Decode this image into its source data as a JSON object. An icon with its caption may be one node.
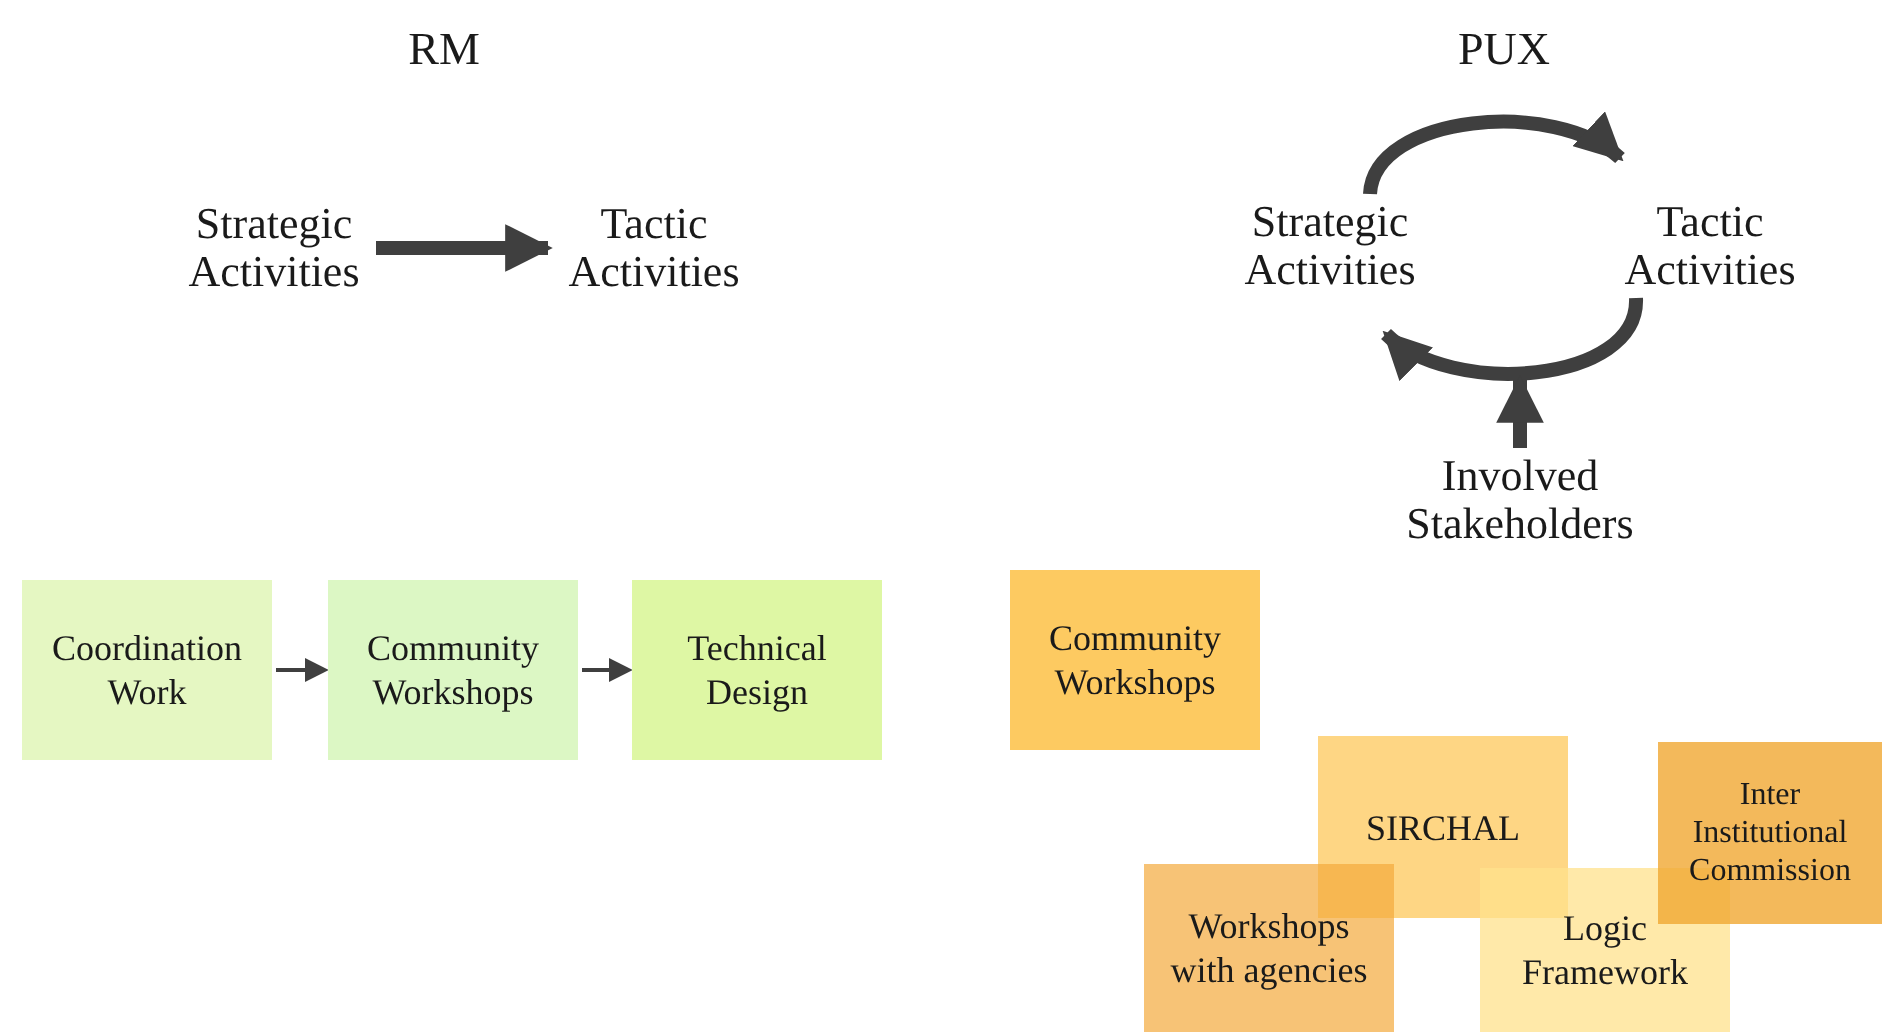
{
  "diagram": {
    "nodes": [
      {
        "text": [
          "Strategic Activities"
        ]
      },
      {
        "text": [
          "Tactic Activities"
        ]
      },
      {
        "text": [
          "Strategic Activities"
        ]
      },
      {
        "text": [
          "Tactic Activities"
        ]
      },
      {
        "text": [
          "Involved Stakeholders"
        ]
      },
      {
        "text": [
          "Coordination Work"
        ]
      },
      {
        "text": [
          "Community Workshops"
        ]
      },
      {
        "text": [
          "Technical Design"
        ]
      },
      {
        "text": [
          "Community Workshops"
        ]
      },
      {
        "text": [
          "SIRCHAL"
        ]
      },
      {
        "text": [
          "Inter Institutional Commission"
        ]
      },
      {
        "text": [
          "Workshops with agencies"
        ]
      },
      {
        "text": [
          "Logic Framework"
        ]
      }
    ],
    "edges": [
      {
        "from": 0,
        "to": 1,
        "arrow": "to"
      },
      {
        "from": 2,
        "to": 3,
        "arrow": "to"
      },
      {
        "from": 3,
        "to": 2,
        "arrow": "to"
      },
      {
        "from": 4,
        "to": null,
        "arrow": "to"
      },
      {
        "from": 5,
        "to": 6,
        "arrow": "to"
      },
      {
        "from": 6,
        "to": 7,
        "arrow": "to"
      }
    ],
    "labels": [
      "RM",
      "PUX"
    ]
  }
}
